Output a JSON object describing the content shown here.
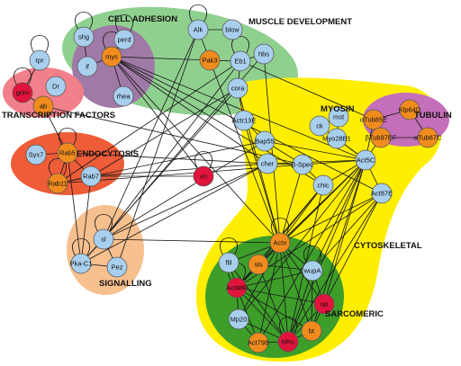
{
  "colors": {
    "blue_node": "#a9cfee",
    "orange_node": "#f08c1e",
    "red_node": "#e0143c",
    "cell_adhesion_bg": "#8fd08f",
    "cell_adhesion_inner": "#a07aa6",
    "transcription_bg": "#f2808a",
    "endocytosis_bg": "#ee5c38",
    "signalling_bg": "#f7c08f",
    "myosin_bg": "#ffee00",
    "tubulin_bg": "#c46fb9",
    "sarcomeric_bg": "#3d9e2a"
  },
  "group_labels": {
    "cell_adhesion": "CELL ADHESION",
    "muscle_development": "MUSCLE DEVELOPMENT",
    "transcription_factors": "TRANSCRIPTION FACTORS",
    "endocytosis": "ENDOCYTOSIS",
    "myosin": "MYOSIN",
    "tubulin": "TUBULIN",
    "signalling": "SIGNALLING",
    "cytoskeletal": "CYTOSKELETAL",
    "sarcomeric": "SARCOMERIC"
  },
  "nodes": [
    {
      "id": "rpr",
      "label": "rpr",
      "kind": "blue"
    },
    {
      "id": "grim",
      "label": "grim",
      "kind": "red"
    },
    {
      "id": "Dr",
      "label": "Dr",
      "kind": "blue"
    },
    {
      "id": "ab",
      "label": "ab",
      "kind": "orange"
    },
    {
      "id": "shg",
      "label": "shg",
      "kind": "blue"
    },
    {
      "id": "if",
      "label": "if",
      "kind": "blue"
    },
    {
      "id": "perd",
      "label": "perd",
      "kind": "blue"
    },
    {
      "id": "mys",
      "label": "mys",
      "kind": "orange"
    },
    {
      "id": "rhea",
      "label": "rhea",
      "kind": "blue"
    },
    {
      "id": "Alk",
      "label": "Alk",
      "kind": "blue"
    },
    {
      "id": "blow",
      "label": "blow",
      "kind": "blue"
    },
    {
      "id": "Pak3",
      "label": "Pak3",
      "kind": "orange"
    },
    {
      "id": "Eb1",
      "label": "Eb1",
      "kind": "blue"
    },
    {
      "id": "hbs",
      "label": "hbs",
      "kind": "blue"
    },
    {
      "id": "cora",
      "label": "cora",
      "kind": "blue"
    },
    {
      "id": "Actr13E",
      "label": "Actr13E",
      "kind": "blue"
    },
    {
      "id": "ck",
      "label": "ck",
      "kind": "blue"
    },
    {
      "id": "mst",
      "label": "mst",
      "kind": "blue"
    },
    {
      "id": "Myo28B1",
      "label": "Myo28B1",
      "kind": "blue"
    },
    {
      "id": "Bap55",
      "label": "Bap55",
      "kind": "blue"
    },
    {
      "id": "aTub85E",
      "label": "αTub85E",
      "kind": "orange"
    },
    {
      "id": "Klp64D",
      "label": "Klp64D",
      "kind": "orange"
    },
    {
      "id": "bTub97EF",
      "label": "βTub97EF",
      "kind": "orange"
    },
    {
      "id": "aTub67C",
      "label": "αTub67C",
      "kind": "orange"
    },
    {
      "id": "Syx7",
      "label": "Syx7",
      "kind": "blue"
    },
    {
      "id": "Rab5",
      "label": "Rab5",
      "kind": "orange"
    },
    {
      "id": "Rab11",
      "label": "Rab11",
      "kind": "orange"
    },
    {
      "id": "Rab7",
      "label": "Rab7",
      "kind": "blue"
    },
    {
      "id": "cher",
      "label": "cher",
      "kind": "blue"
    },
    {
      "id": "bSpec",
      "label": "β-Spec",
      "kind": "blue"
    },
    {
      "id": "Act5C",
      "label": "Act5C",
      "kind": "blue"
    },
    {
      "id": "vn",
      "label": "vn",
      "kind": "red"
    },
    {
      "id": "chic",
      "label": "chic",
      "kind": "blue"
    },
    {
      "id": "Act87E",
      "label": "Act87E",
      "kind": "blue"
    },
    {
      "id": "sl",
      "label": "sl",
      "kind": "blue"
    },
    {
      "id": "PkaC1",
      "label": "Pka-C1",
      "kind": "blue"
    },
    {
      "id": "Pez",
      "label": "Pez",
      "kind": "blue"
    },
    {
      "id": "Actn",
      "label": "Actn",
      "kind": "orange"
    },
    {
      "id": "flil",
      "label": "flil",
      "kind": "blue"
    },
    {
      "id": "sls",
      "label": "sls",
      "kind": "orange"
    },
    {
      "id": "Act88F",
      "label": "Act88F",
      "kind": "red"
    },
    {
      "id": "wupA",
      "label": "wupA",
      "kind": "blue"
    },
    {
      "id": "up",
      "label": "up",
      "kind": "red"
    },
    {
      "id": "Mp20",
      "label": "Mp20",
      "kind": "blue"
    },
    {
      "id": "Act79B",
      "label": "Act79B",
      "kind": "orange"
    },
    {
      "id": "Mhc",
      "label": "Mhc",
      "kind": "red"
    },
    {
      "id": "bt",
      "label": "bt",
      "kind": "orange"
    }
  ],
  "edges": [
    [
      "grim",
      "rpr"
    ],
    [
      "grim",
      "ab"
    ],
    [
      "ab",
      "Rab5"
    ],
    [
      "ab",
      "bSpec"
    ],
    [
      "shg",
      "if"
    ],
    [
      "if",
      "mys"
    ],
    [
      "perd",
      "mys"
    ],
    [
      "mys",
      "rhea"
    ],
    [
      "mys",
      "Pak3"
    ],
    [
      "mys",
      "Actn"
    ],
    [
      "mys",
      "Act5C"
    ],
    [
      "mys",
      "cher"
    ],
    [
      "mys",
      "Act87E"
    ],
    [
      "mys",
      "vn"
    ],
    [
      "mys",
      "chic"
    ],
    [
      "Alk",
      "blow"
    ],
    [
      "Alk",
      "Pak3"
    ],
    [
      "Alk",
      "sl"
    ],
    [
      "Eb1",
      "hbs"
    ],
    [
      "Eb1",
      "cora"
    ],
    [
      "Eb1",
      "Pak3"
    ],
    [
      "Eb1",
      "aTub85E"
    ],
    [
      "Eb1",
      "sl"
    ],
    [
      "Eb1",
      "Rab11"
    ],
    [
      "hbs",
      "Actn"
    ],
    [
      "hbs",
      "sl"
    ],
    [
      "cora",
      "Actr13E"
    ],
    [
      "cora",
      "PkaC1"
    ],
    [
      "cora",
      "Rab7"
    ],
    [
      "cora",
      "Actn"
    ],
    [
      "Actr13E",
      "Bap55"
    ],
    [
      "Actr13E",
      "Actn"
    ],
    [
      "Bap55",
      "bSpec"
    ],
    [
      "Bap55",
      "Act5C"
    ],
    [
      "Bap55",
      "Rab11"
    ],
    [
      "Bap55",
      "sl"
    ],
    [
      "ck",
      "mst"
    ],
    [
      "mst",
      "Myo28B1"
    ],
    [
      "Myo28B1",
      "Act5C"
    ],
    [
      "ck",
      "Act5C"
    ],
    [
      "aTub85E",
      "Klp64D"
    ],
    [
      "aTub85E",
      "bTub97EF"
    ],
    [
      "bTub97EF",
      "aTub67C"
    ],
    [
      "Klp64D",
      "aTub67C"
    ],
    [
      "bTub97EF",
      "Act5C"
    ],
    [
      "aTub85E",
      "Act5C"
    ],
    [
      "Syx7",
      "Rab5"
    ],
    [
      "Rab5",
      "Rab7"
    ],
    [
      "Rab5",
      "Rab11"
    ],
    [
      "Rab11",
      "Rab7"
    ],
    [
      "Rab5",
      "cher"
    ],
    [
      "Rab11",
      "bSpec"
    ],
    [
      "Rab7",
      "cher"
    ],
    [
      "Rab7",
      "PkaC1"
    ],
    [
      "cher",
      "bSpec"
    ],
    [
      "cher",
      "Act5C"
    ],
    [
      "cher",
      "sl"
    ],
    [
      "cher",
      "PkaC1"
    ],
    [
      "bSpec",
      "Act5C"
    ],
    [
      "bSpec",
      "Actn"
    ],
    [
      "bSpec",
      "chic"
    ],
    [
      "Act5C",
      "Act87E"
    ],
    [
      "Act5C",
      "Actn"
    ],
    [
      "Act5C",
      "chic"
    ],
    [
      "Act5C",
      "sls"
    ],
    [
      "Act5C",
      "Act88F"
    ],
    [
      "Act5C",
      "wupA"
    ],
    [
      "Act5C",
      "up"
    ],
    [
      "Act5C",
      "Mhc"
    ],
    [
      "Act5C",
      "bt"
    ],
    [
      "Act5C",
      "Act79B"
    ],
    [
      "Act5C",
      "Mp20"
    ],
    [
      "Act87E",
      "Actn"
    ],
    [
      "Act87E",
      "Mhc"
    ],
    [
      "Act87E",
      "up"
    ],
    [
      "Act87E",
      "Act88F"
    ],
    [
      "Act87E",
      "wupA"
    ],
    [
      "chic",
      "Actn"
    ],
    [
      "chic",
      "Act88F"
    ],
    [
      "chic",
      "Mhc"
    ],
    [
      "chic",
      "sls"
    ],
    [
      "sl",
      "PkaC1"
    ],
    [
      "sl",
      "Pez"
    ],
    [
      "sl",
      "Actn"
    ],
    [
      "PkaC1",
      "Pez"
    ],
    [
      "PkaC1",
      "Rab5"
    ],
    [
      "Actn",
      "sls"
    ],
    [
      "Actn",
      "flil"
    ],
    [
      "Actn",
      "Act88F"
    ],
    [
      "Actn",
      "wupA"
    ],
    [
      "Actn",
      "up"
    ],
    [
      "Actn",
      "Mhc"
    ],
    [
      "Actn",
      "Mp20"
    ],
    [
      "Actn",
      "Act79B"
    ],
    [
      "Actn",
      "bt"
    ],
    [
      "flil",
      "Act88F"
    ],
    [
      "flil",
      "Mhc"
    ],
    [
      "sls",
      "Act88F"
    ],
    [
      "sls",
      "Mhc"
    ],
    [
      "sls",
      "wupA"
    ],
    [
      "Act88F",
      "wupA"
    ],
    [
      "Act88F",
      "Mhc"
    ],
    [
      "Act88F",
      "Act79B"
    ],
    [
      "Act88F",
      "up"
    ],
    [
      "Act88F",
      "Mp20"
    ],
    [
      "Act88F",
      "bt"
    ],
    [
      "wupA",
      "up"
    ],
    [
      "wupA",
      "Mhc"
    ],
    [
      "wupA",
      "bt"
    ],
    [
      "up",
      "Mhc"
    ],
    [
      "up",
      "bt"
    ],
    [
      "Mp20",
      "Mhc"
    ],
    [
      "Act79B",
      "Mhc"
    ],
    [
      "Mhc",
      "bt"
    ],
    [
      "Mp20",
      "Act79B"
    ],
    [
      "vn",
      "Rab7"
    ],
    [
      "Pak3",
      "Actn"
    ],
    [
      "Pez",
      "Alk"
    ]
  ],
  "self_loops": [
    "rpr",
    "grim",
    "shg",
    "perd",
    "mys",
    "Alk",
    "Eb1",
    "Rab5",
    "Rab11",
    "vn",
    "sl",
    "PkaC1",
    "flil",
    "Act88F",
    "Mhc",
    "wupA",
    "Actn"
  ]
}
